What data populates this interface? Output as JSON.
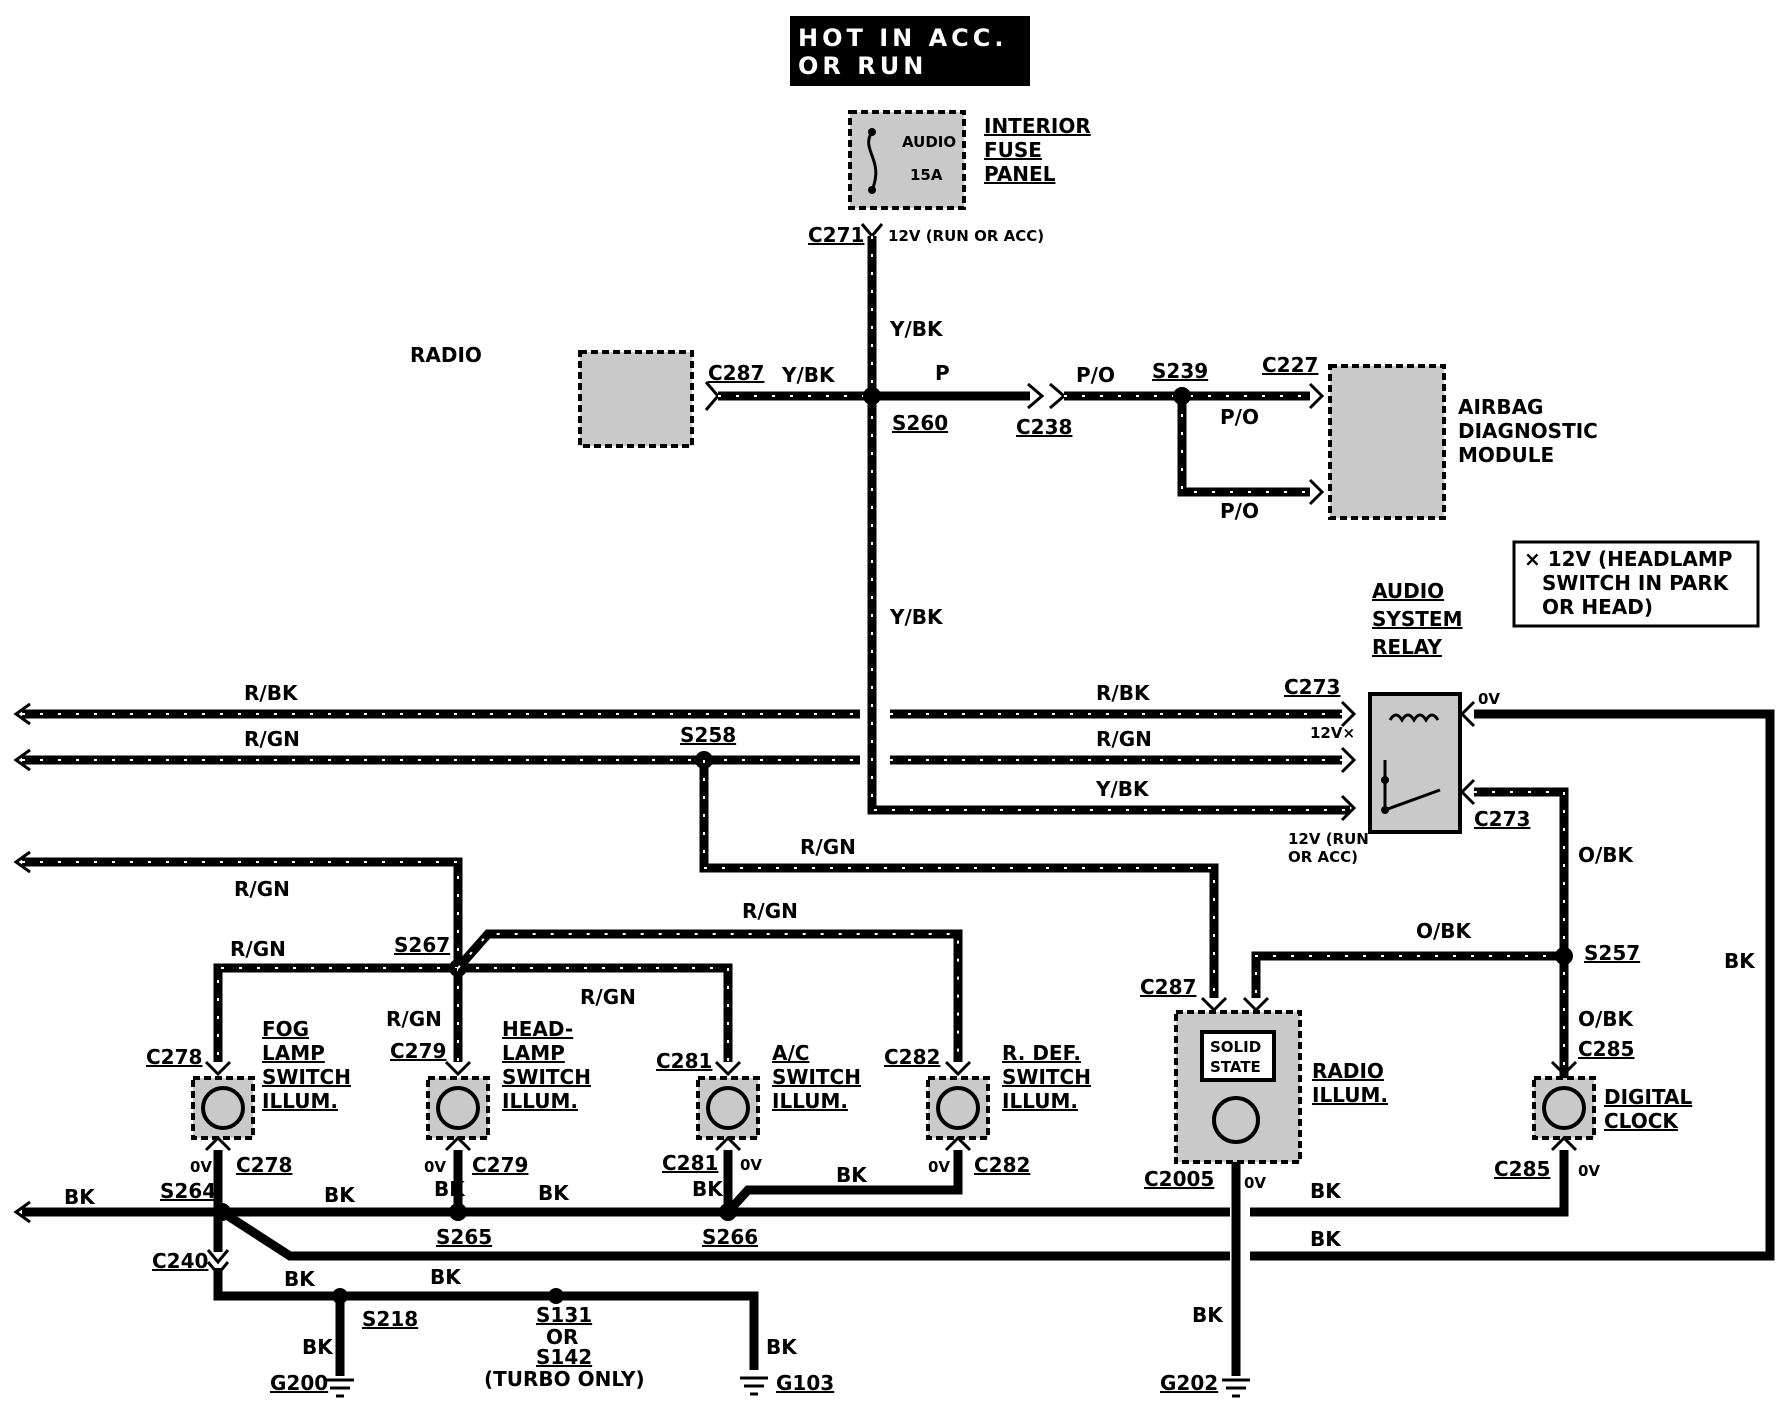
{
  "header": {
    "line1": "HOT IN ACC.",
    "line2": "OR RUN"
  },
  "fuse": {
    "title_line1": "INTERIOR",
    "title_line2": "FUSE",
    "title_line3": "PANEL",
    "label_line1": "AUDIO",
    "label_line2": "15A"
  },
  "connectors": {
    "c271": "C271",
    "c271_note": "12V (RUN OR ACC)",
    "c287_radio": "C287",
    "s260": "S260",
    "c238": "C238",
    "s239": "S239",
    "c227": "C227",
    "c273_top": "C273",
    "c273_bottom": "C273",
    "s258": "S258",
    "s267": "S267",
    "s257": "S257",
    "c287_illum": "C287",
    "c278_top": "C278",
    "c279_top": "C279",
    "c281_top": "C281",
    "c282_top": "C282",
    "c285_top": "C285",
    "c278_bot": "C278",
    "c279_bot": "C279",
    "c281_bot": "C281",
    "c282_bot": "C282",
    "c2005": "C2005",
    "c285_bot": "C285",
    "s264": "S264",
    "s265": "S265",
    "s266": "S266",
    "c240": "C240",
    "s218": "S218",
    "s131": "S131",
    "or": "OR",
    "s142": "S142",
    "turbo": "(TURBO ONLY)",
    "g200": "G200",
    "g103": "G103",
    "g202": "G202"
  },
  "components": {
    "radio": "RADIO",
    "airbag_line1": "AIRBAG",
    "airbag_line2": "DIAGNOSTIC",
    "airbag_line3": "MODULE",
    "relay_line1": "AUDIO",
    "relay_line2": "SYSTEM",
    "relay_line3": "RELAY",
    "note_line1": "× 12V (HEADLAMP",
    "note_line2": "SWITCH IN PARK",
    "note_line3": "OR HEAD)",
    "fog_line1": "FOG",
    "fog_line2": "LAMP",
    "fog_line3": "SWITCH",
    "fog_line4": "ILLUM.",
    "head_line1": "HEAD-",
    "head_line2": "LAMP",
    "head_line3": "SWITCH",
    "head_line4": "ILLUM.",
    "ac_line1": "A/C",
    "ac_line2": "SWITCH",
    "ac_line3": "ILLUM.",
    "rdef_line1": "R. DEF.",
    "rdef_line2": "SWITCH",
    "rdef_line3": "ILLUM.",
    "solid_line1": "SOLID",
    "solid_line2": "STATE",
    "radio_illum_line1": "RADIO",
    "radio_illum_line2": "ILLUM.",
    "clock_line1": "DIGITAL",
    "clock_line2": "CLOCK"
  },
  "voltages": {
    "relay_0v": "0V",
    "relay_12v_star": "12V×",
    "relay_12v_run_line1": "12V (RUN",
    "relay_12v_run_line2": "OR ACC)",
    "v_fog": "0V",
    "v_head": "0V",
    "v_ac": "0V",
    "v_rdef": "0V",
    "v_radio": "0V",
    "v_clock": "0V"
  },
  "wires": {
    "ybk_1": "Y/BK",
    "ybk_2": "Y/BK",
    "ybk_radio": "Y/BK",
    "p": "P",
    "po_1": "P/O",
    "po_2": "P/O",
    "po_3": "P/O",
    "rbk_left": "R/BK",
    "rbk_right": "R/BK",
    "rgn_left": "R/GN",
    "rgn_right": "R/GN",
    "ybk_relay": "Y/BK",
    "rgn_mid": "R/GN",
    "rgn_upper": "R/GN",
    "rgn_fog": "R/GN",
    "rgn_rdef": "R/GN",
    "rgn_s267": "R/GN",
    "rgn_ac": "R/GN",
    "obk_relay": "O/BK",
    "obk_s257": "O/BK",
    "obk_clock": "O/BK",
    "bk_right": "BK",
    "bk_left": "BK",
    "bk_head": "BK",
    "bk_a": "BK",
    "bk_b": "BK",
    "bk_ac": "BK",
    "bk_rdef": "BK",
    "bk_radio_a": "BK",
    "bk_radio_b": "BK",
    "bk_ground_1": "BK",
    "bk_ground_2": "BK",
    "bk_g200": "BK",
    "bk_g103": "BK",
    "bk_g202": "BK"
  }
}
